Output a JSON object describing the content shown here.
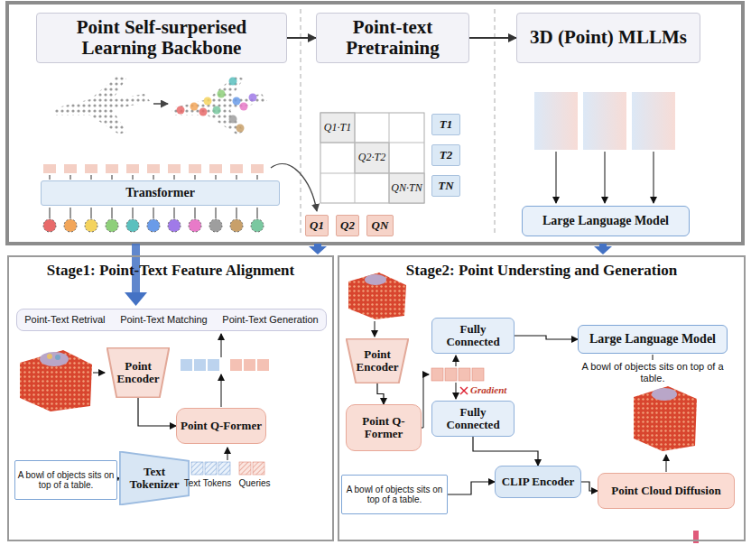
{
  "diagram": {
    "nodes": [
      {
        "text": [
          "Point Self-surperised Learning Backbone"
        ]
      },
      {
        "text": [
          "Point-text Pretraining"
        ]
      },
      {
        "text": [
          "3D (Point) MLLMs"
        ]
      },
      {
        "text": [
          "Transformer"
        ]
      },
      {
        "text": [
          "Q1"
        ]
      },
      {
        "text": [
          "Q2"
        ]
      },
      {
        "text": [
          "QN"
        ]
      },
      {
        "text": [
          "T1"
        ]
      },
      {
        "text": [
          "T2"
        ]
      },
      {
        "text": [
          "TN"
        ]
      },
      {
        "text": [
          "Large Language Model"
        ]
      },
      {
        "text": [
          "Stage1: Point-Text Feature Alignment"
        ]
      },
      {
        "text": [
          "Point-Text Retrival",
          "Point-Text Matching",
          "Point-Text Generation"
        ],
        "in": 11
      },
      {
        "text": [
          "Point Encoder"
        ],
        "in": 11
      },
      {
        "text": [
          "Point Q-Former"
        ],
        "in": 11
      },
      {
        "text": [
          "A bowl of objects sits on top of a table."
        ],
        "in": 11
      },
      {
        "text": [
          "Text Tokenizer"
        ],
        "in": 11
      },
      {
        "text": [
          "Stage2: Point Understing and Generation"
        ]
      },
      {
        "text": [
          "Point Encoder"
        ],
        "in": 17
      },
      {
        "text": [
          "Point Q-Former"
        ],
        "in": 17
      },
      {
        "text": [
          "Fully Connected"
        ],
        "in": 17
      },
      {
        "text": [
          "Large Language Model"
        ],
        "in": 17
      },
      {
        "text": [
          "Fully Connected"
        ],
        "in": 17
      },
      {
        "text": [
          "A bowl of objects sits on top of a table."
        ],
        "in": 17
      },
      {
        "text": [
          "CLIP Encoder"
        ],
        "in": 17
      },
      {
        "text": [
          "Point Cloud Diffusion"
        ],
        "in": 17
      }
    ],
    "edges": [
      {
        "from": 0,
        "to": 1,
        "arrow": "to"
      },
      {
        "from": 1,
        "to": 2,
        "arrow": "to"
      },
      {
        "from": 15,
        "to": 16,
        "arrow": "to"
      },
      {
        "from": 13,
        "to": 14,
        "arrow": "to"
      },
      {
        "from": 18,
        "to": 19,
        "arrow": "to"
      },
      {
        "from": 20,
        "to": 21,
        "arrow": "to"
      },
      {
        "from": 22,
        "to": 24,
        "arrow": "to"
      },
      {
        "from": 23,
        "to": 24,
        "arrow": "to"
      },
      {
        "from": 24,
        "to": 25,
        "arrow": "to"
      }
    ],
    "labels": [
      "Q1·T1",
      "Q2·T2",
      "QN·TN",
      "Text Tokens",
      "Queries",
      "A bowl of objects sits on top of a table.",
      "Gradient"
    ]
  }
}
